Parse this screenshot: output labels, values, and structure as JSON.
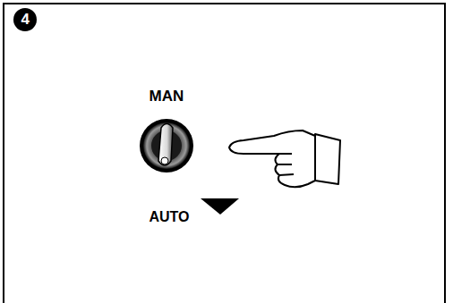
{
  "diagram": {
    "labels": [
      "4",
      "MAN",
      "AUTO"
    ]
  }
}
